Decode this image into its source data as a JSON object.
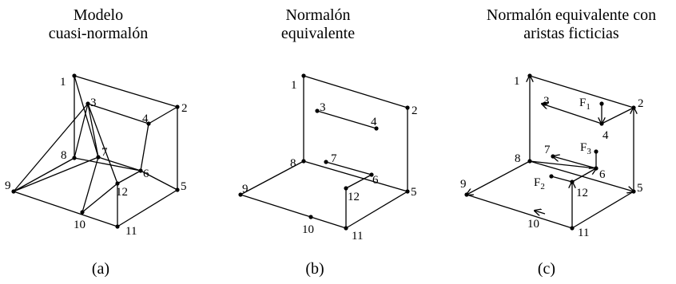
{
  "panels": [
    {
      "id": "a",
      "title_lines": [
        "Modelo",
        "cuasi-normalón"
      ],
      "caption": "(a)",
      "labels": [
        "1",
        "3",
        "4",
        "2",
        "8",
        "7",
        "6",
        "9",
        "12",
        "5",
        "10",
        "11"
      ]
    },
    {
      "id": "b",
      "title_lines": [
        "Normalón",
        "equivalente"
      ],
      "caption": "(b)",
      "labels": [
        "1",
        "3",
        "4",
        "2",
        "8",
        "7",
        "6",
        "9",
        "12",
        "5",
        "10",
        "11"
      ]
    },
    {
      "id": "c",
      "title_lines": [
        "Normalón equivalente con",
        "aristas ficticias"
      ],
      "caption": "(c)",
      "labels": [
        "1",
        "3",
        "4",
        "2",
        "8",
        "7",
        "6",
        "9",
        "12",
        "5",
        "10",
        "11"
      ],
      "face_labels": [
        {
          "base": "F",
          "sub": "1"
        },
        {
          "base": "F",
          "sub": "3"
        },
        {
          "base": "F",
          "sub": "2"
        }
      ]
    }
  ]
}
